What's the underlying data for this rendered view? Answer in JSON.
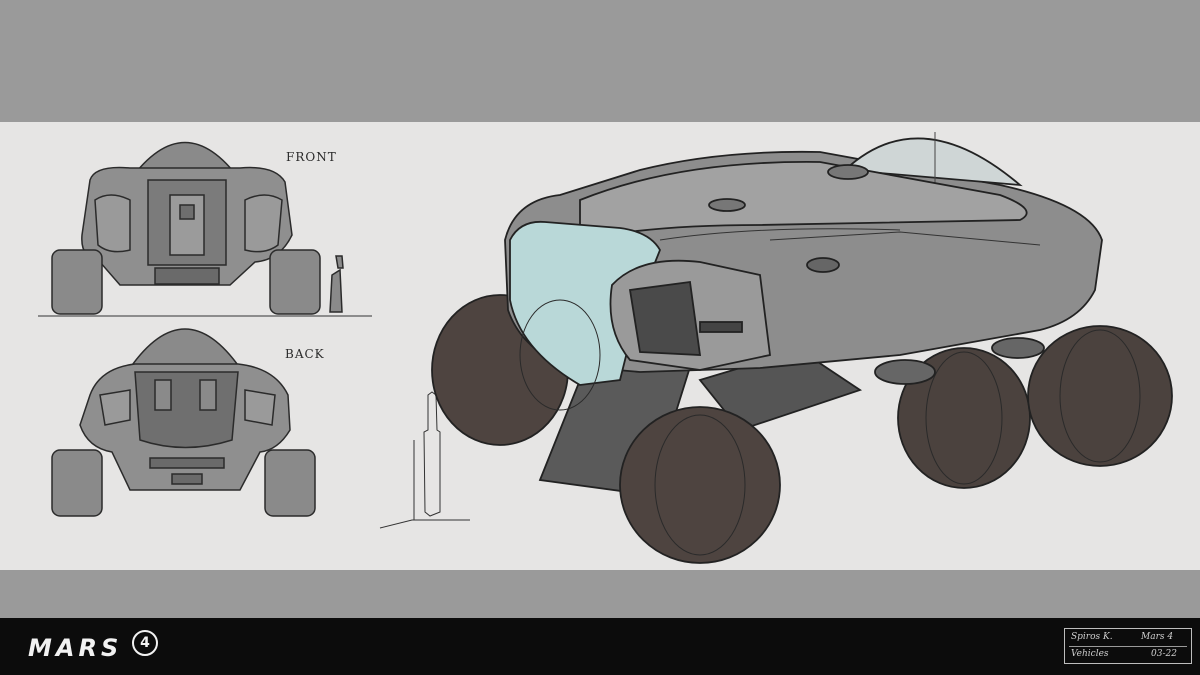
{
  "sheet": {
    "front_label": "FRONT",
    "back_label": "BACK"
  },
  "footer": {
    "logo_text": "MARS",
    "logo_number": "4",
    "titleblock": {
      "artist": "Spiros K.",
      "project": "Mars 4",
      "category": "Vehicles",
      "date": "03-22"
    }
  },
  "colors": {
    "band": "#9a9a9a",
    "canvas": "#e6e5e4",
    "footer": "#0c0c0c",
    "hull": "#8c8c8c",
    "wheel": "#4e4440",
    "glass": "#b9d8d8"
  }
}
